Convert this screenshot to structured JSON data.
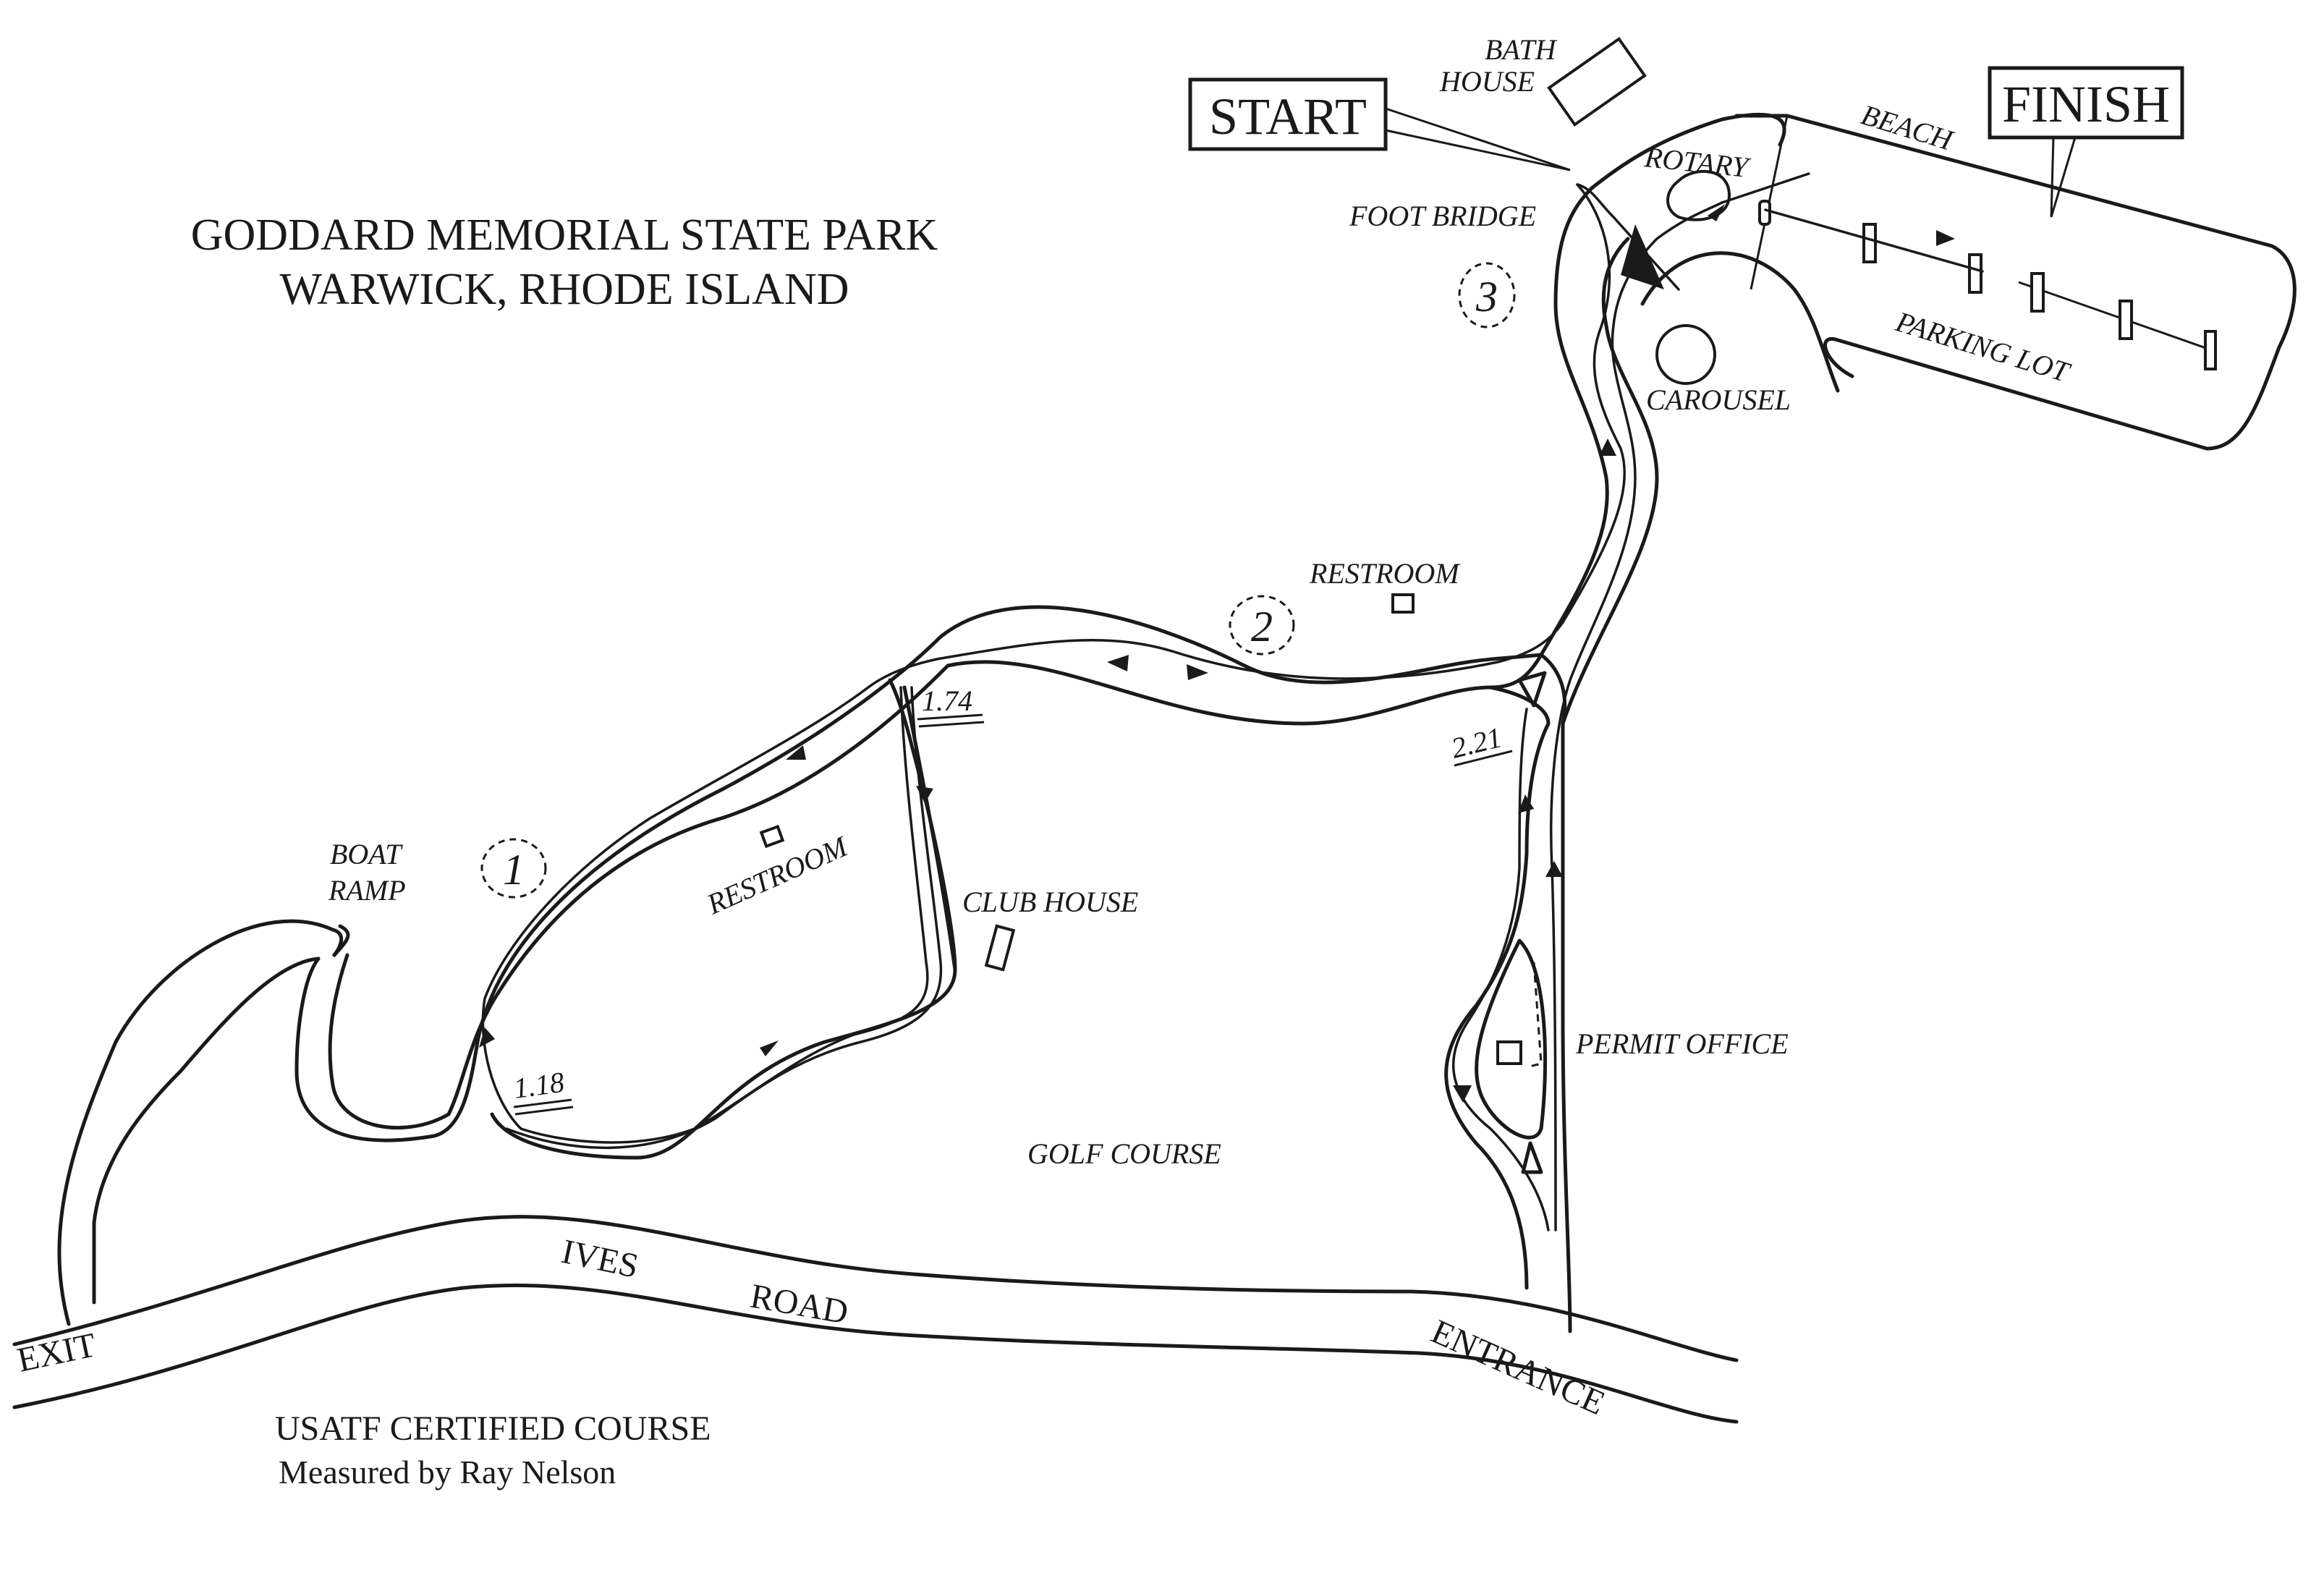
{
  "title": {
    "line1": "GODDARD MEMORIAL STATE PARK",
    "line2": "WARWICK, RHODE ISLAND"
  },
  "callouts": {
    "start": "START",
    "finish": "FINISH"
  },
  "landmarks": {
    "bath_house": [
      "BATH",
      "HOUSE"
    ],
    "foot_bridge": "FOOT BRIDGE",
    "rotary": "ROTARY",
    "beach": "BEACH",
    "carousel": "CAROUSEL",
    "parking_lot": "PARKING LOT",
    "restroom_north": "RESTROOM",
    "restroom_west": "RESTROOM",
    "club_house": "CLUB HOUSE",
    "boat_ramp": [
      "BOAT",
      "RAMP"
    ],
    "permit_office": "PERMIT OFFICE",
    "golf_course": "GOLF COURSE"
  },
  "roads": {
    "ives": "IVES",
    "road": "ROAD",
    "exit": "EXIT",
    "entrance": "ENTRANCE"
  },
  "mile_markers": [
    "1",
    "2",
    "3"
  ],
  "split_distances": [
    "1.18",
    "1.74",
    "2.21"
  ],
  "credits": {
    "line1": "USATF CERTIFIED COURSE",
    "line2": "Measured by Ray Nelson"
  }
}
